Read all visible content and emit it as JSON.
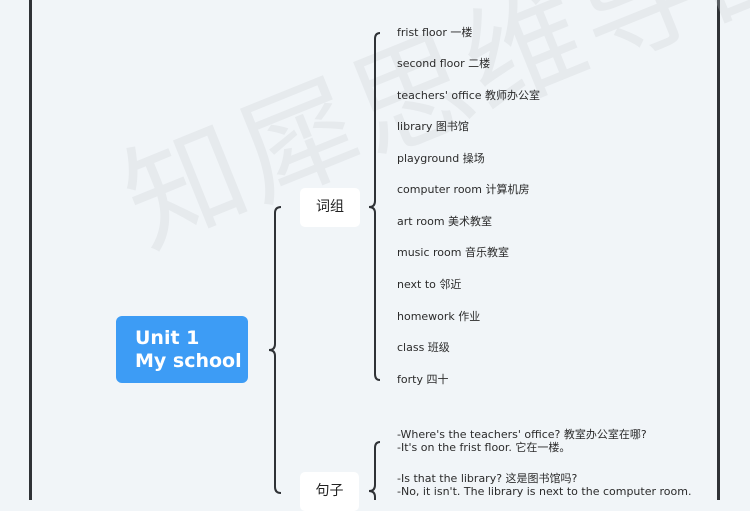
{
  "watermark": "知犀思维导图",
  "root": {
    "line1": "Unit 1",
    "line2": "My school",
    "color": "#3d9cf5"
  },
  "branches": [
    {
      "label": "词组",
      "items": [
        "frist floor 一楼",
        "second floor 二楼",
        "teachers' office 教师办公室",
        "library 图书馆",
        "playground 操场",
        "computer room 计算机房",
        "art room 美术教室",
        "music room 音乐教室",
        "next to 邻近",
        "homework 作业",
        "class 班级",
        "forty 四十"
      ]
    },
    {
      "label": "句子",
      "items": [
        "-Where's the teachers' office? 教室办公室在哪?",
        "-It's on the frist floor. 它在一楼。",
        "-Is that the library? 这是图书馆吗?",
        "-No, it isn't. The library is next to the computer room."
      ]
    }
  ]
}
